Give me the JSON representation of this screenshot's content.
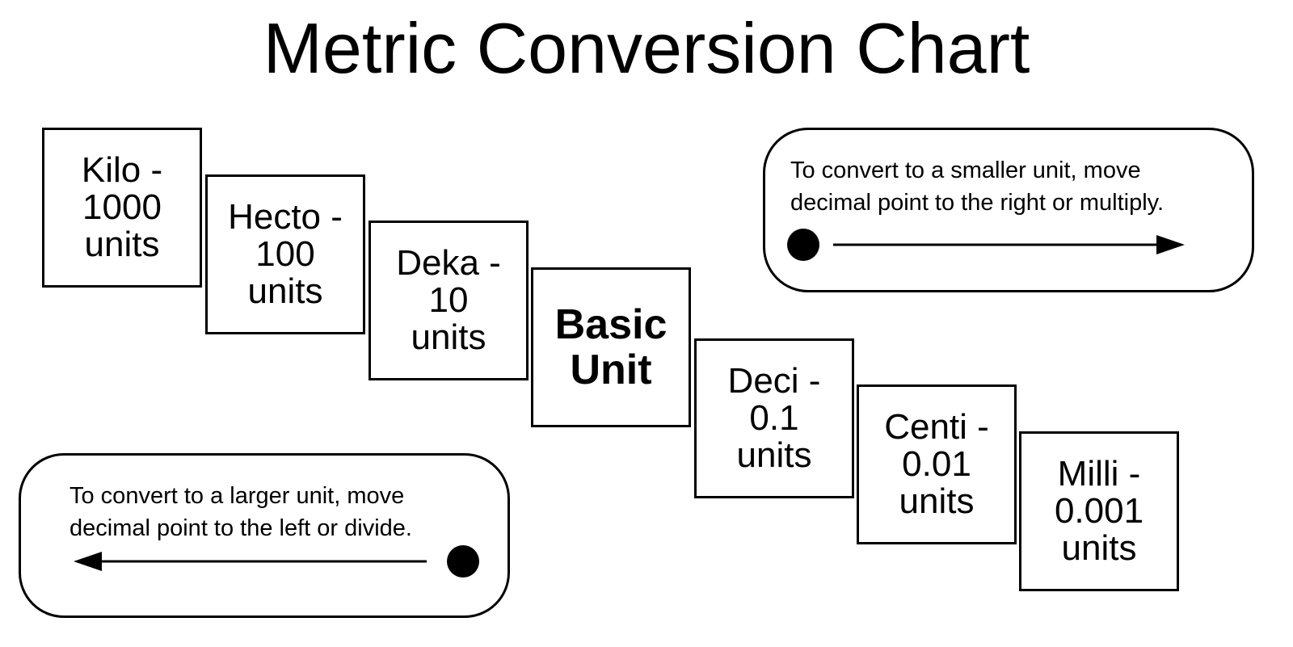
{
  "title": "Metric Conversion Chart",
  "units": [
    {
      "id": "kilo",
      "lines": [
        "Kilo -",
        "1000",
        "units"
      ]
    },
    {
      "id": "hecto",
      "lines": [
        "Hecto -",
        "100",
        "units"
      ]
    },
    {
      "id": "deka",
      "lines": [
        "Deka -",
        "10",
        "units"
      ]
    },
    {
      "id": "basic",
      "lines": [
        "Basic",
        "Unit"
      ]
    },
    {
      "id": "deci",
      "lines": [
        "Deci -",
        "0.1",
        "units"
      ]
    },
    {
      "id": "centi",
      "lines": [
        "Centi -",
        "0.01",
        "units"
      ]
    },
    {
      "id": "milli",
      "lines": [
        "Milli -",
        "0.001",
        "units"
      ]
    }
  ],
  "notes": {
    "smaller": {
      "line1": "To convert to a smaller unit, move",
      "line2": "decimal  point to the right or multiply.",
      "direction": "right"
    },
    "larger": {
      "line1": "To convert to a larger unit, move",
      "line2": "decimal  point to the left or divide.",
      "direction": "left"
    }
  }
}
